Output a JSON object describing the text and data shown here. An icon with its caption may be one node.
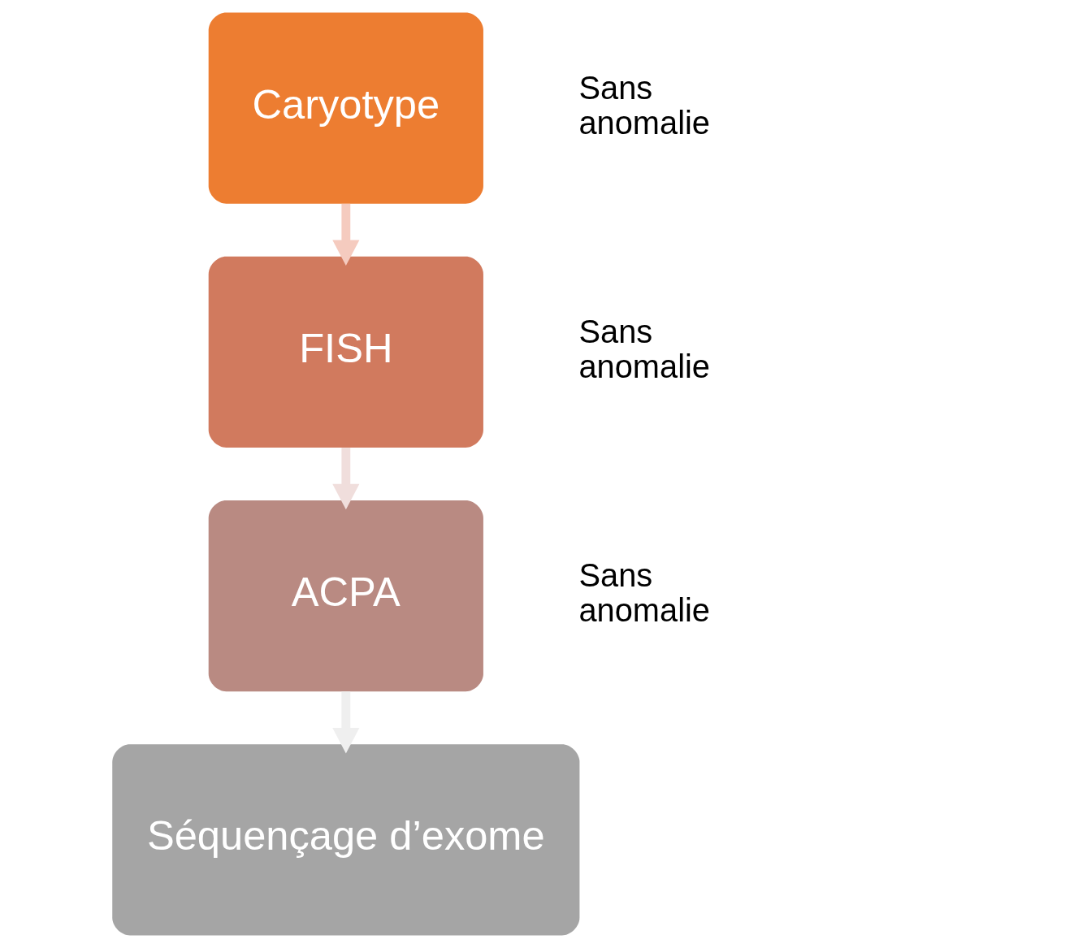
{
  "diagram": {
    "nodes": [
      {
        "text": [
          "Caryotype"
        ],
        "beside": [
          "Sans anomalie"
        ]
      },
      {
        "text": [
          "FISH"
        ],
        "beside": [
          "Sans anomalie"
        ]
      },
      {
        "text": [
          "ACPA"
        ],
        "beside": [
          "Sans anomalie"
        ]
      },
      {
        "text": [
          "Séquençage d’exome"
        ]
      }
    ],
    "edges": [
      {
        "from": 0,
        "to": 1,
        "arrow": "to",
        "color": "#f5cbbf"
      },
      {
        "from": 1,
        "to": 2,
        "arrow": "to",
        "color": "#f0dedc"
      },
      {
        "from": 2,
        "to": 3,
        "arrow": "to",
        "color": "#efefef"
      }
    ]
  }
}
